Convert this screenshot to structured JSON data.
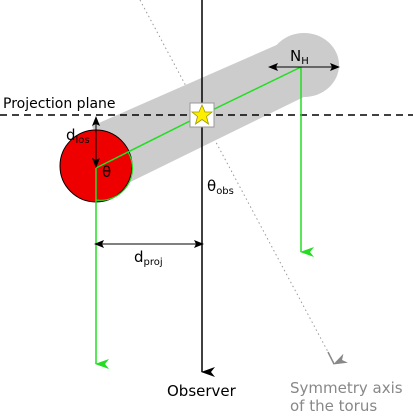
{
  "labels": {
    "projection_plane": "Projection plane",
    "n_h_main": "N",
    "n_h_sub": "H",
    "d_los_main": "d",
    "d_los_sub": "los",
    "theta": "θ",
    "theta_obs_main": "θ",
    "theta_obs_sub": "obs",
    "d_proj_main": "d",
    "d_proj_sub": "proj",
    "observer": "Observer",
    "symmetry_axis_line1": "Symmetry axis",
    "symmetry_axis_line2": "of the torus"
  },
  "colors": {
    "torus_gray": "#cccccc",
    "red_blob": "#ee0000",
    "ray_green": "#22dd22",
    "star_yellow": "#ffee00",
    "axis_gray": "#888888",
    "text_gray": "#888888"
  }
}
